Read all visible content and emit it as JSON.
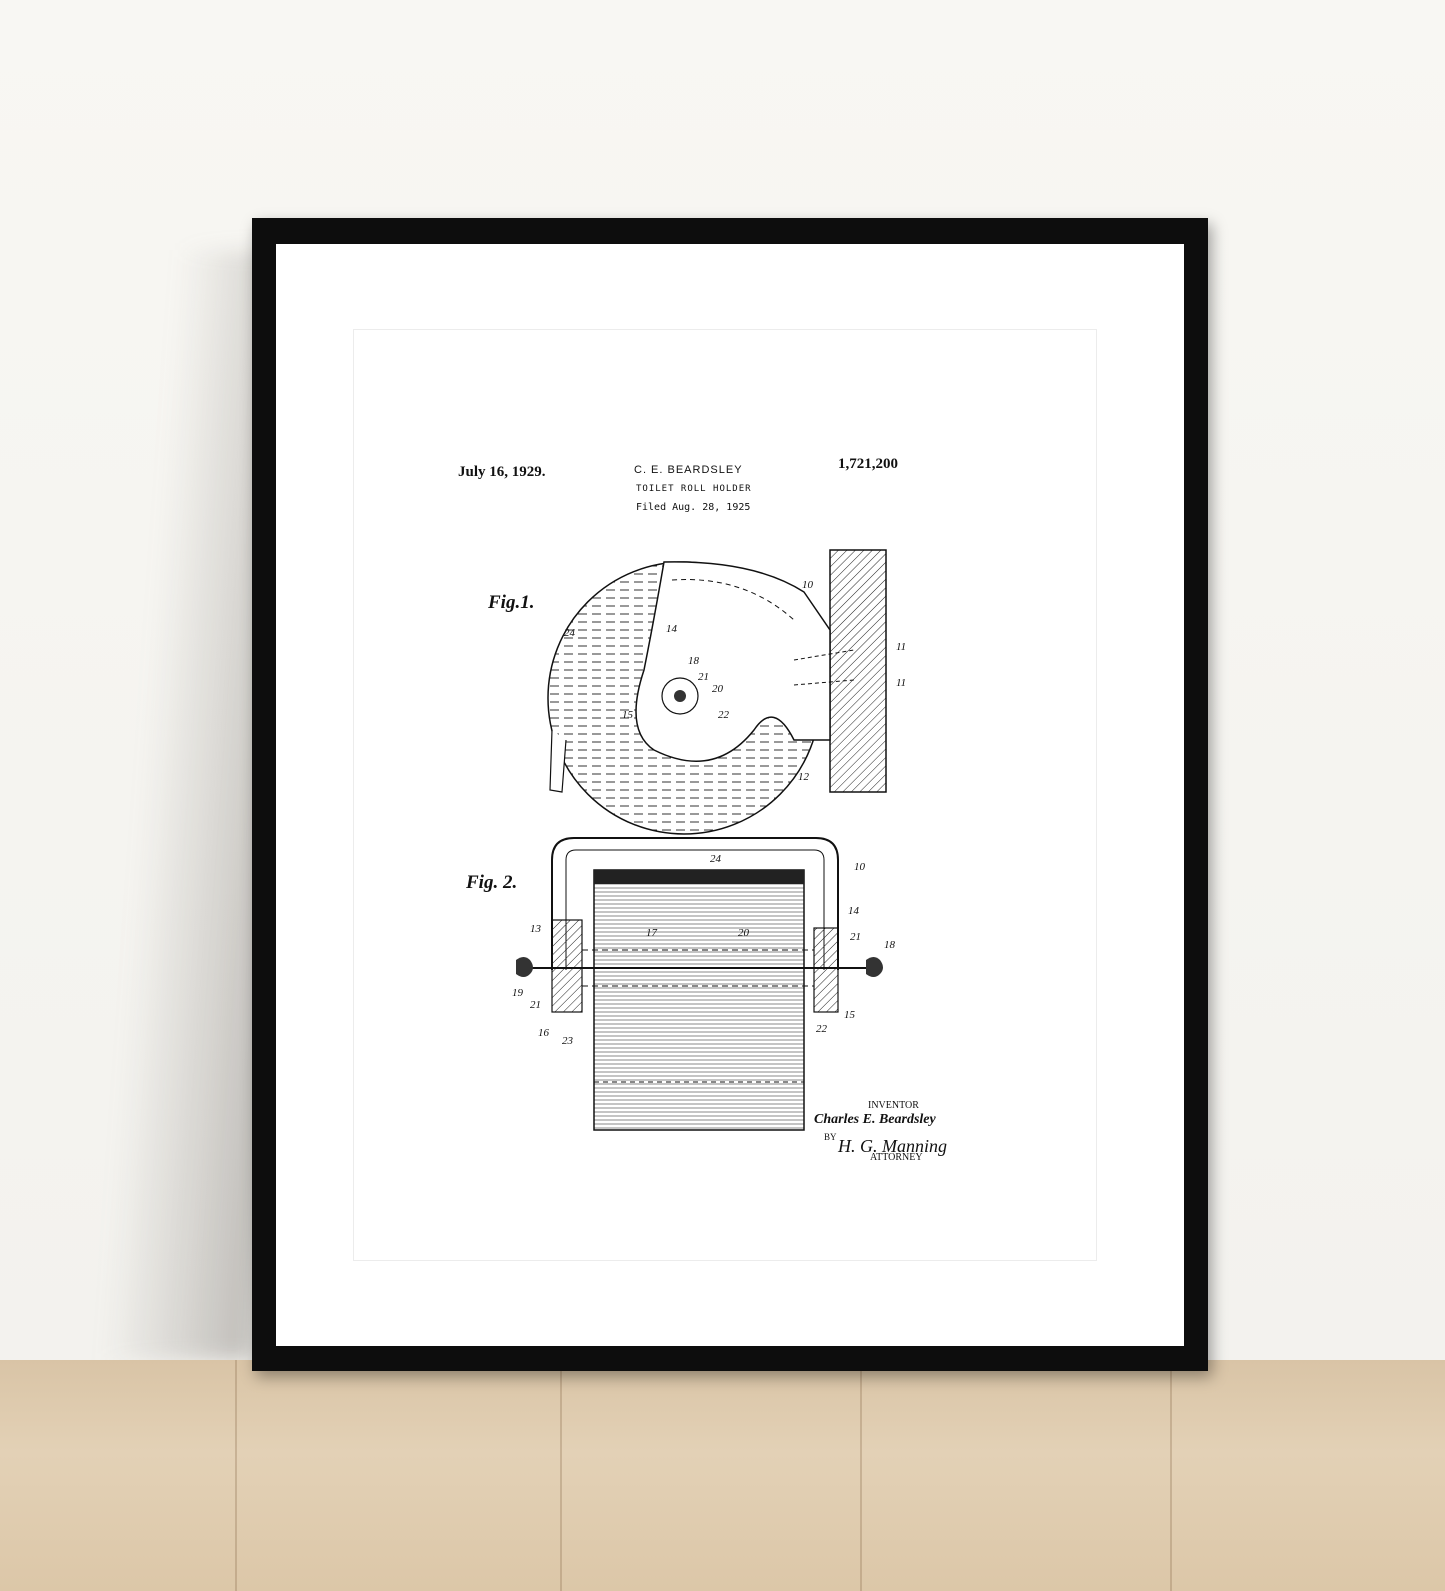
{
  "patent": {
    "date": "July 16, 1929.",
    "inventor_header": "C. E. BEARDSLEY",
    "number": "1,721,200",
    "title": "TOILET ROLL HOLDER",
    "filed": "Filed Aug. 28, 1925"
  },
  "figures": {
    "fig1_label": "Fig.1.",
    "fig2_label": "Fig. 2."
  },
  "signature": {
    "inventor_caption": "INVENTOR",
    "inventor_name": "Charles E. Beardsley",
    "by": "BY",
    "attorney_name": "H. G. Manning",
    "attorney_caption": "ATTORNEY"
  },
  "reference_numbers": {
    "fig1": [
      "10",
      "14",
      "24",
      "18",
      "21",
      "20",
      "15",
      "22",
      "11",
      "11",
      "12"
    ],
    "fig2": [
      "24",
      "10",
      "14",
      "13",
      "17",
      "20",
      "21",
      "18",
      "19",
      "21",
      "16",
      "23",
      "22",
      "15"
    ]
  },
  "colors": {
    "frame": "#0d0d0d",
    "mat": "#ffffff",
    "wall": "#f6f5f1",
    "floor": "#dcc7a8"
  }
}
